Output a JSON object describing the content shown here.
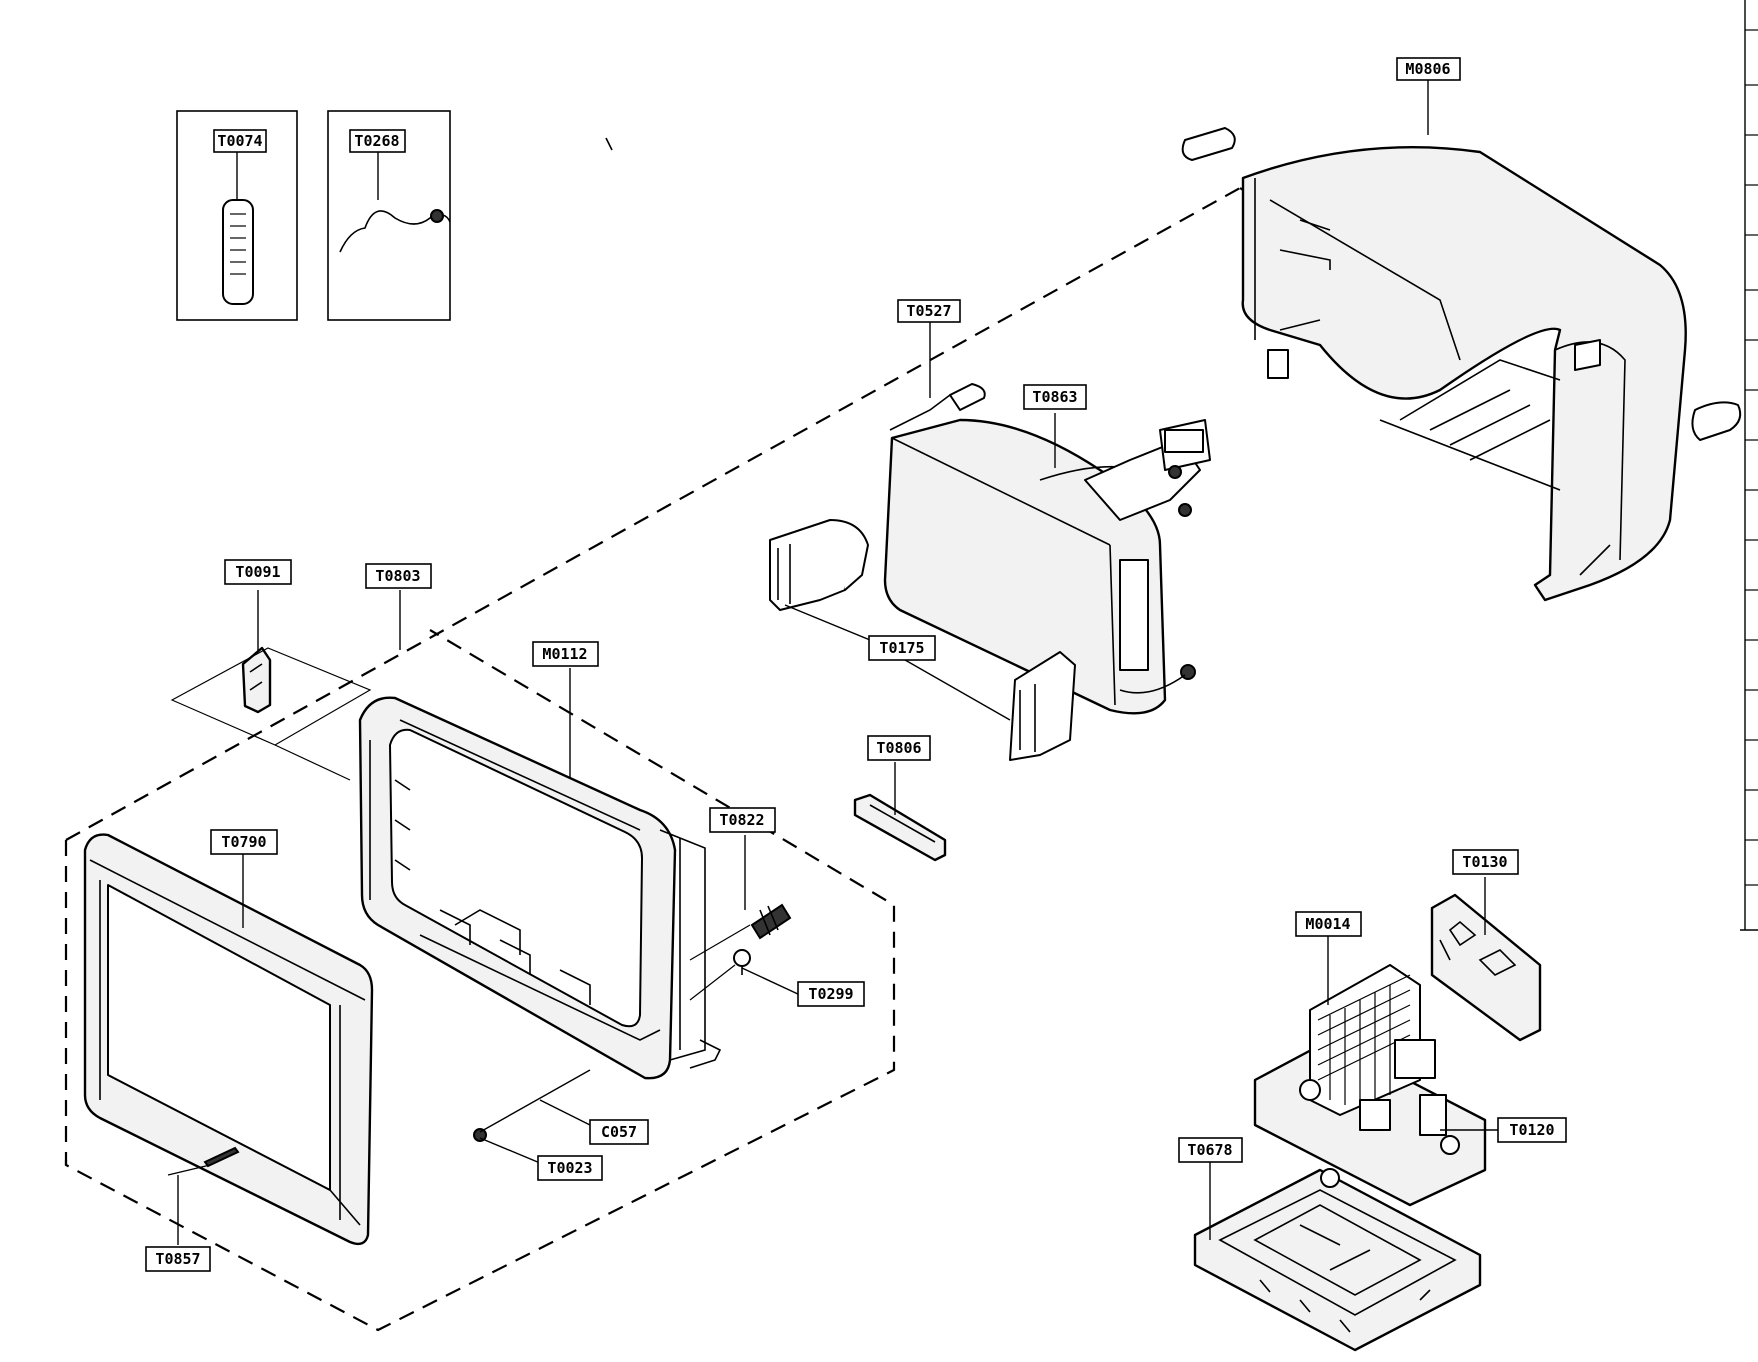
{
  "labels": {
    "t0074": "T0074",
    "t0268": "T0268",
    "m0806": "M0806",
    "t0527": "T0527",
    "t0863": "T0863",
    "t0091": "T0091",
    "t0803": "T0803",
    "m0112": "M0112",
    "t0175": "T0175",
    "t0806": "T0806",
    "t0790": "T0790",
    "t0822": "T0822",
    "t0130": "T0130",
    "m0014": "M0014",
    "t0299": "T0299",
    "c057": "C057",
    "t0120": "T0120",
    "t0023": "T0023",
    "t0678": "T0678",
    "t0857": "T0857"
  }
}
